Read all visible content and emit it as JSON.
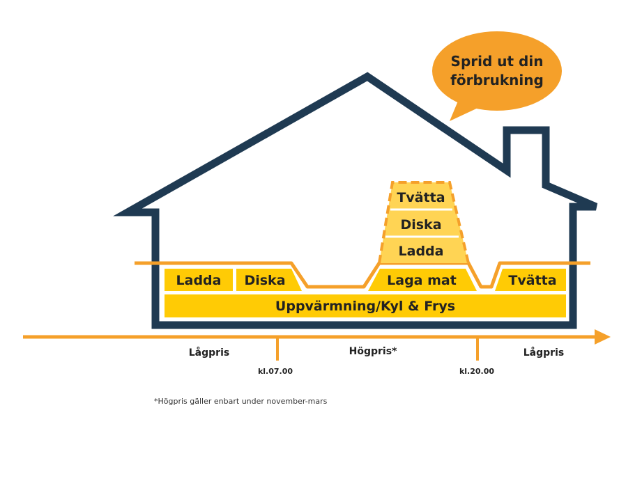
{
  "bubble": {
    "line1": "Sprid ut din",
    "line2": "förbrukning"
  },
  "blocks": {
    "ladda_low": "Ladda",
    "diska_low": "Diska",
    "laga_mat": "Laga mat",
    "tvatta_low": "Tvätta",
    "base": "Uppvärmning/Kyl & Frys",
    "peak_ladda": "Ladda",
    "peak_diska": "Diska",
    "peak_tvatta": "Tvätta"
  },
  "timeline": {
    "left_label": "Lågpris",
    "middle_label": "Högpris*",
    "right_label": "Lågpris",
    "marker_1": "kl.07.00",
    "marker_2": "kl.20.00"
  },
  "footnote": "*Högpris gäller enbart under november-mars",
  "colors": {
    "house_outline": "#1f3a52",
    "orange": "#f5a02a",
    "yellow": "#ffcb05",
    "light_yellow": "#ffd454",
    "text": "#222222"
  }
}
